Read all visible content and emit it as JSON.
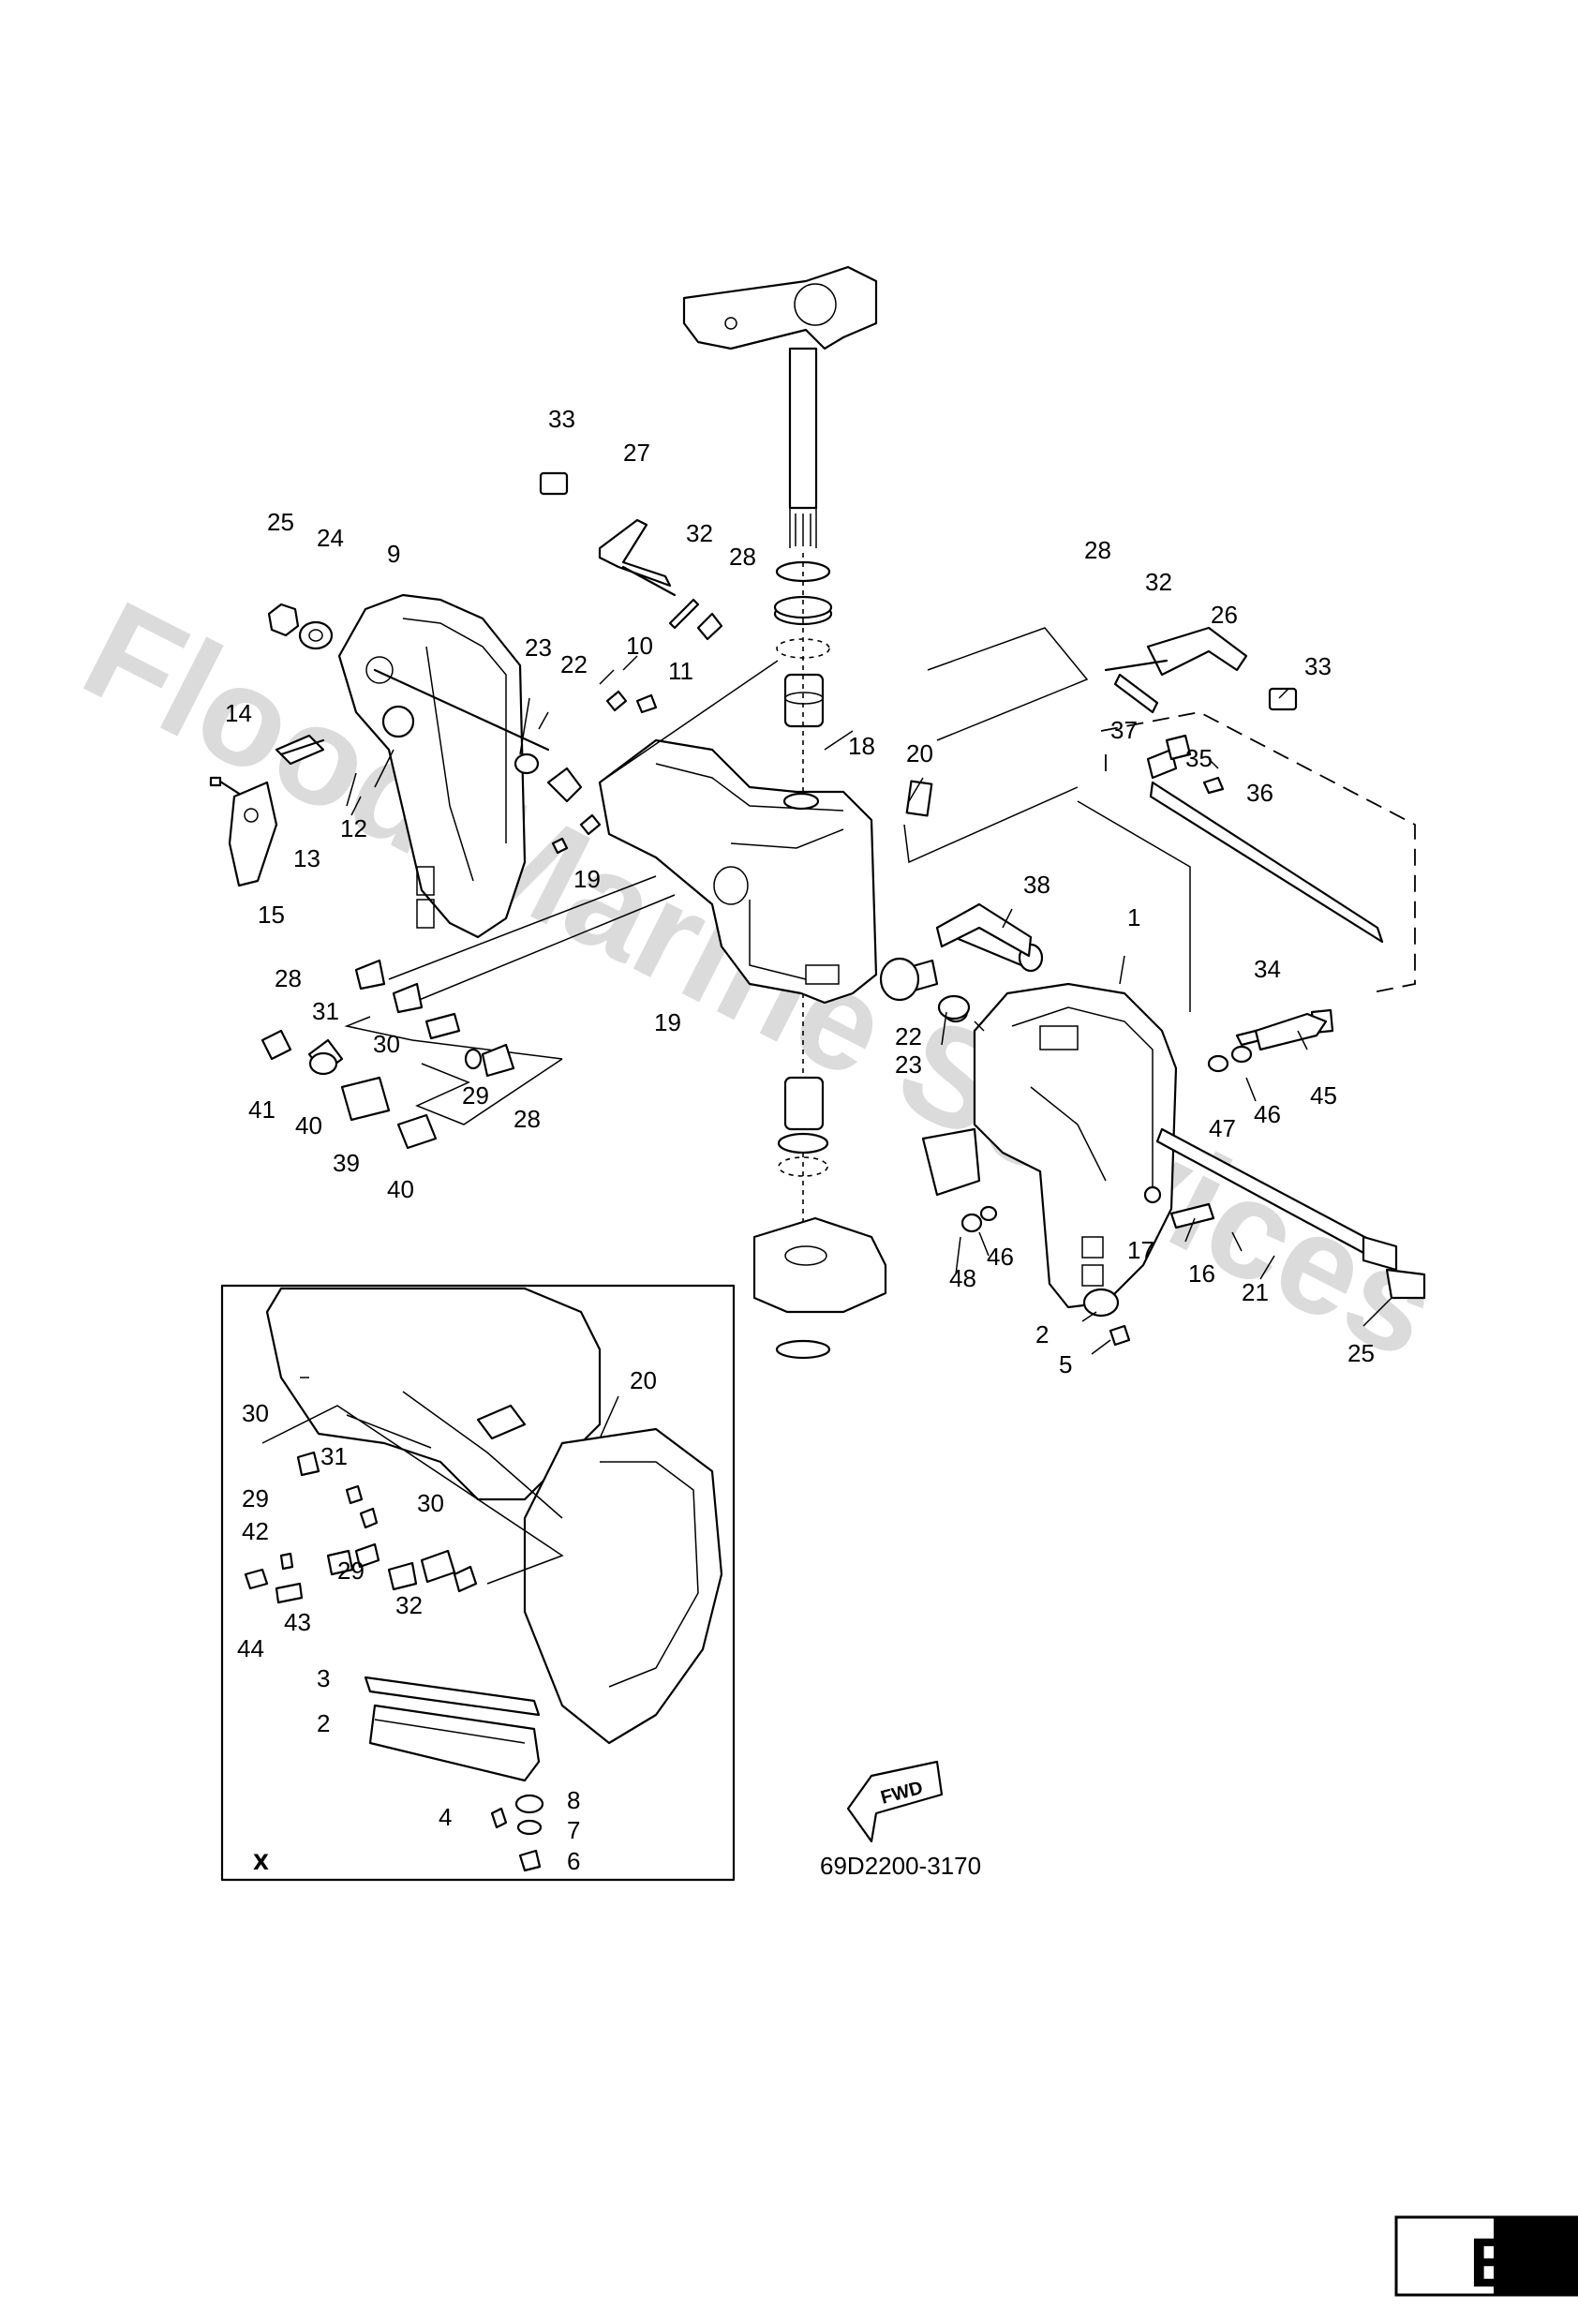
{
  "watermark": "Flood Marine Services",
  "diagram_code": "69D2200-3170",
  "page_tab": "E3",
  "detail_view_label": "X",
  "fwd_label": "FWD",
  "part_labels": {
    "p1": "1",
    "p2a": "2",
    "p5": "5",
    "p9": "9",
    "p10": "10",
    "p11": "11",
    "p12": "12",
    "p13": "13",
    "p14": "14",
    "p15": "15",
    "p16": "16",
    "p17": "17",
    "p18": "18",
    "p19a": "19",
    "p19b": "19",
    "p20a": "20",
    "p21": "21",
    "p22a": "22",
    "p22b": "22",
    "p23a": "23",
    "p23b": "23",
    "p24": "24",
    "p25a": "25",
    "p25b": "25",
    "p26": "26",
    "p27": "27",
    "p28a": "28",
    "p28b": "28",
    "p28c": "28",
    "p28d": "28",
    "p29a": "29",
    "p30a": "30",
    "p31a": "31",
    "p32a": "32",
    "p32b": "32",
    "p33a": "33",
    "p33b": "33",
    "p34": "34",
    "p35": "35",
    "p36": "36",
    "p37": "37",
    "p38": "38",
    "p39": "39",
    "p40a": "40",
    "p40b": "40",
    "p41": "41",
    "p45": "45",
    "p46a": "46",
    "p46b": "46",
    "p47": "47",
    "p48": "48",
    "x20": "20",
    "x30a": "30",
    "x30b": "30",
    "x31": "31",
    "x29a": "29",
    "x29b": "29",
    "x42": "42",
    "x43": "43",
    "x44": "44",
    "x32": "32",
    "x3": "3",
    "x2": "2",
    "x4": "4",
    "x8": "8",
    "x7": "7",
    "x6": "6"
  }
}
